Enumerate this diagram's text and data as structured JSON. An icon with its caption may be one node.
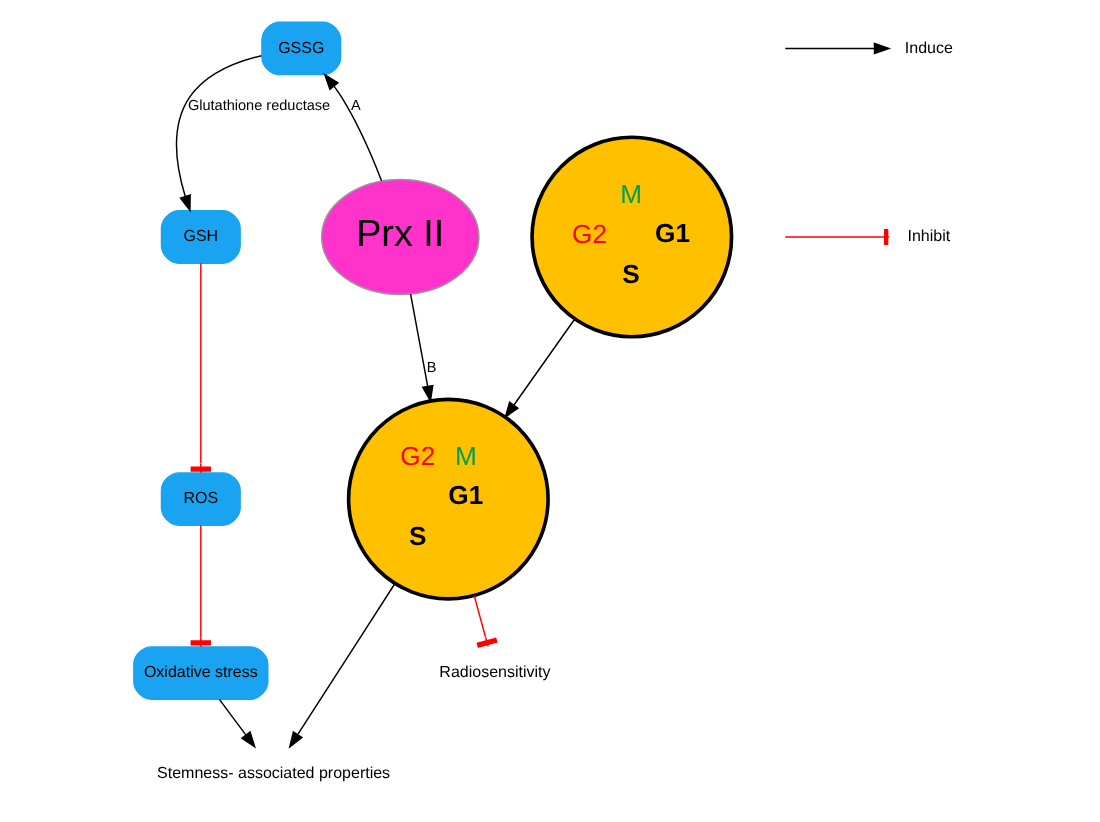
{
  "diagram": {
    "nodes": [
      {
        "text": [
          "GSSG"
        ]
      },
      {
        "text": [
          "GSH"
        ]
      },
      {
        "text": [
          "ROS"
        ]
      },
      {
        "text": [
          "Oxidative stress"
        ]
      },
      {
        "text": [
          "Stemness- associated properties"
        ]
      },
      {
        "text": [
          "Prx II"
        ]
      },
      {
        "text": [
          "M",
          "G2",
          "G1",
          "S"
        ]
      },
      {
        "text": [
          "G2",
          "M",
          "G1",
          "S"
        ]
      },
      {
        "text": [
          "Radiosensitivity"
        ]
      }
    ],
    "edges": [
      {
        "from": 5,
        "to": 0,
        "arrow": "to",
        "label": "A"
      },
      {
        "from": 0,
        "to": 1,
        "arrow": "to",
        "label": "Glutathione reductase"
      },
      {
        "from": 1,
        "to": 2,
        "arrow": "other",
        "color": "#ff0000"
      },
      {
        "from": 2,
        "to": 3,
        "arrow": "other",
        "color": "#ff0000"
      },
      {
        "from": 3,
        "to": 4,
        "arrow": "to"
      },
      {
        "from": 5,
        "to": 7,
        "arrow": "to",
        "label": "B"
      },
      {
        "from": 6,
        "to": 7,
        "arrow": "to"
      },
      {
        "from": 7,
        "to": 4,
        "arrow": "to"
      },
      {
        "from": 7,
        "to": 8,
        "arrow": "other",
        "color": "#ff0000"
      }
    ],
    "legend": [
      {
        "text": "Induce"
      },
      {
        "text": "Inhibit"
      }
    ]
  }
}
